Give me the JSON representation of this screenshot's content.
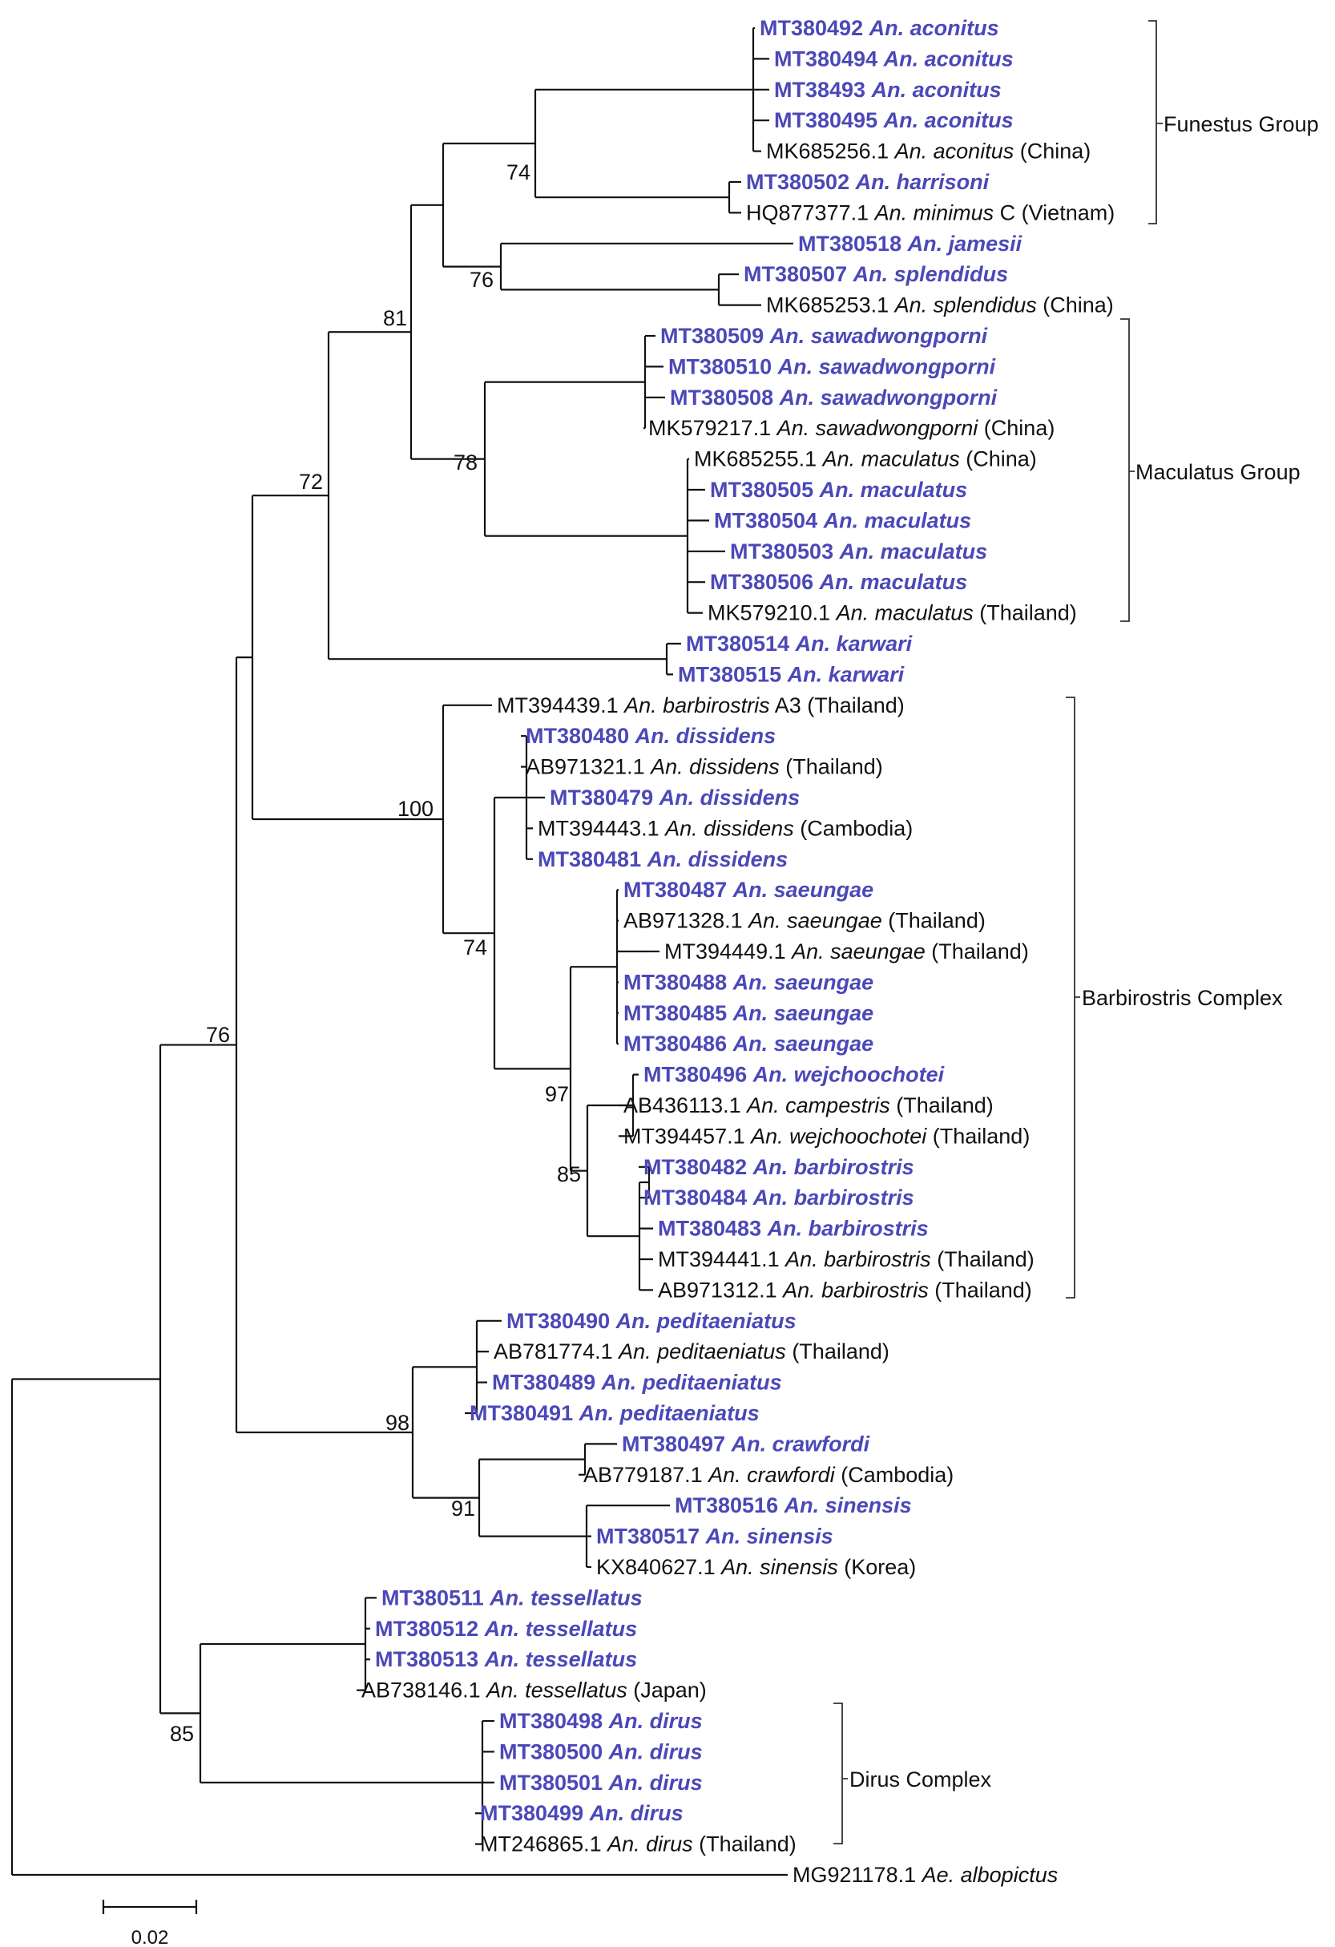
{
  "leaves": [
    {
      "acc": "MT380492",
      "sp": "An. aconitus",
      "novel": true
    },
    {
      "acc": "MT380494",
      "sp": "An. aconitus",
      "novel": true
    },
    {
      "acc": "MT38493",
      "sp": "An. aconitus",
      "novel": true
    },
    {
      "acc": "MT380495",
      "sp": "An. aconitus",
      "novel": true
    },
    {
      "acc": "MK685256.1",
      "sp": "An. aconitus",
      "suffix": " (China)",
      "novel": false
    },
    {
      "acc": "MT380502",
      "sp": "An. harrisoni",
      "novel": true
    },
    {
      "acc": "HQ877377.1",
      "sp": "An. minimus",
      "suffix": " C (Vietnam)",
      "novel": false
    },
    {
      "acc": "MT380518",
      "sp": "An. jamesii",
      "novel": true
    },
    {
      "acc": "MT380507",
      "sp": "An. splendidus",
      "novel": true
    },
    {
      "acc": "MK685253.1",
      "sp": "An. splendidus",
      "suffix": " (China)",
      "novel": false
    },
    {
      "acc": "MT380509",
      "sp": "An. sawadwongporni",
      "novel": true
    },
    {
      "acc": "MT380510",
      "sp": "An. sawadwongporni",
      "novel": true
    },
    {
      "acc": "MT380508",
      "sp": "An. sawadwongporni",
      "novel": true
    },
    {
      "acc": "MK579217.1",
      "sp": "An. sawadwongporni",
      "suffix": " (China)",
      "novel": false
    },
    {
      "acc": "MK685255.1",
      "sp": "An. maculatus",
      "suffix": " (China)",
      "novel": false
    },
    {
      "acc": "MT380505",
      "sp": "An. maculatus",
      "novel": true
    },
    {
      "acc": "MT380504",
      "sp": "An. maculatus",
      "novel": true
    },
    {
      "acc": "MT380503",
      "sp": "An. maculatus",
      "novel": true
    },
    {
      "acc": "MT380506",
      "sp": "An. maculatus",
      "novel": true
    },
    {
      "acc": "MK579210.1",
      "sp": "An. maculatus",
      "suffix": " (Thailand)",
      "novel": false
    },
    {
      "acc": "MT380514",
      "sp": "An. karwari",
      "novel": true
    },
    {
      "acc": "MT380515",
      "sp": "An. karwari",
      "novel": true
    },
    {
      "acc": "MT394439.1",
      "sp": "An. barbirostris",
      "suffix": " A3 (Thailand)",
      "novel": false
    },
    {
      "acc": "MT380480",
      "sp": "An. dissidens",
      "novel": true
    },
    {
      "acc": "AB971321.1",
      "sp": "An. dissidens",
      "suffix": " (Thailand)",
      "novel": false
    },
    {
      "acc": "MT380479",
      "sp": "An. dissidens",
      "novel": true
    },
    {
      "acc": "MT394443.1",
      "sp": "An. dissidens",
      "suffix": " (Cambodia)",
      "novel": false
    },
    {
      "acc": "MT380481",
      "sp": "An. dissidens",
      "novel": true
    },
    {
      "acc": "MT380487",
      "sp": "An. saeungae",
      "novel": true
    },
    {
      "acc": "AB971328.1",
      "sp": "An. saeungae",
      "suffix": " (Thailand)",
      "novel": false
    },
    {
      "acc": "MT394449.1",
      "sp": "An. saeungae",
      "suffix": " (Thailand)",
      "novel": false
    },
    {
      "acc": "MT380488",
      "sp": "An. saeungae",
      "novel": true
    },
    {
      "acc": "MT380485",
      "sp": "An. saeungae",
      "novel": true
    },
    {
      "acc": "MT380486",
      "sp": "An. saeungae",
      "novel": true
    },
    {
      "acc": "MT380496",
      "sp": "An. wejchoochotei",
      "novel": true
    },
    {
      "acc": "AB436113.1",
      "sp": "An. campestris",
      "suffix": " (Thailand)",
      "novel": false
    },
    {
      "acc": "MT394457.1",
      "sp": "An. wejchoochotei",
      "suffix": " (Thailand)",
      "novel": false
    },
    {
      "acc": "MT380482",
      "sp": "An. barbirostris",
      "novel": true
    },
    {
      "acc": "MT380484",
      "sp": "An. barbirostris",
      "novel": true
    },
    {
      "acc": "MT380483",
      "sp": "An. barbirostris",
      "novel": true
    },
    {
      "acc": "MT394441.1",
      "sp": "An. barbirostris",
      "suffix": " (Thailand)",
      "novel": false
    },
    {
      "acc": "AB971312.1",
      "sp": "An. barbirostris",
      "suffix": " (Thailand)",
      "novel": false
    },
    {
      "acc": "MT380490",
      "sp": "An. peditaeniatus",
      "novel": true
    },
    {
      "acc": "AB781774.1",
      "sp": "An. peditaeniatus",
      "suffix": " (Thailand)",
      "novel": false
    },
    {
      "acc": "MT380489",
      "sp": "An. peditaeniatus",
      "novel": true
    },
    {
      "acc": "MT380491",
      "sp": "An. peditaeniatus",
      "novel": true
    },
    {
      "acc": "MT380497",
      "sp": "An. crawfordi",
      "novel": true
    },
    {
      "acc": "AB779187.1",
      "sp": "An. crawfordi",
      "suffix": " (Cambodia)",
      "novel": false
    },
    {
      "acc": "MT380516",
      "sp": "An. sinensis",
      "novel": true
    },
    {
      "acc": "MT380517",
      "sp": "An. sinensis",
      "novel": true
    },
    {
      "acc": "KX840627.1",
      "sp": "An. sinensis",
      "suffix": " (Korea)",
      "novel": false
    },
    {
      "acc": "MT380511",
      "sp": "An. tessellatus",
      "novel": true
    },
    {
      "acc": "MT380512",
      "sp": "An. tessellatus",
      "novel": true
    },
    {
      "acc": "MT380513",
      "sp": "An. tessellatus",
      "novel": true
    },
    {
      "acc": "AB738146.1",
      "sp": "An. tessellatus",
      "suffix": " (Japan)",
      "novel": false
    },
    {
      "acc": "MT380498",
      "sp": "An. dirus",
      "novel": true
    },
    {
      "acc": "MT380500",
      "sp": "An. dirus",
      "novel": true
    },
    {
      "acc": "MT380501",
      "sp": "An. dirus",
      "novel": true
    },
    {
      "acc": "MT380499",
      "sp": "An. dirus",
      "novel": true
    },
    {
      "acc": "MT246865.1",
      "sp": "An. dirus",
      "suffix": " (Thailand)",
      "novel": false
    },
    {
      "acc": "MG921178.1",
      "sp": "Ae. albopictus",
      "novel": false
    }
  ],
  "bootstrap": {
    "b74a": "74",
    "b76a": "76",
    "b81": "81",
    "b78": "78",
    "b72": "72",
    "b100": "100",
    "b74b": "74",
    "b97": "97",
    "b85a": "85",
    "b76b": "76",
    "b98": "98",
    "b91": "91",
    "b85b": "85"
  },
  "groups": {
    "funestus": "Funestus Group",
    "maculatus": "Maculatus Group",
    "barbirostris": "Barbirostris Complex",
    "dirus": "Dirus Complex"
  },
  "scale": {
    "label": "0.02"
  }
}
